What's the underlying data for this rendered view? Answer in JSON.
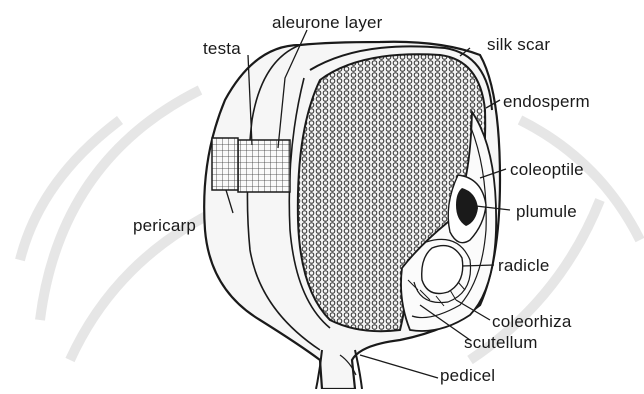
{
  "labels": {
    "aleurone_layer": "aleurone layer",
    "testa": "testa",
    "silk_scar": "silk scar",
    "endosperm": "endosperm",
    "coleoptile": "coleoptile",
    "plumule": "plumule",
    "pericarp": "pericarp",
    "radicle": "radicle",
    "coleorhiza": "coleorhiza",
    "scutellum": "scutellum",
    "pedicel": "pedicel"
  },
  "colors": {
    "ink": "#1a1a1a",
    "watermark": "#e6e6e6",
    "background": "#ffffff"
  }
}
